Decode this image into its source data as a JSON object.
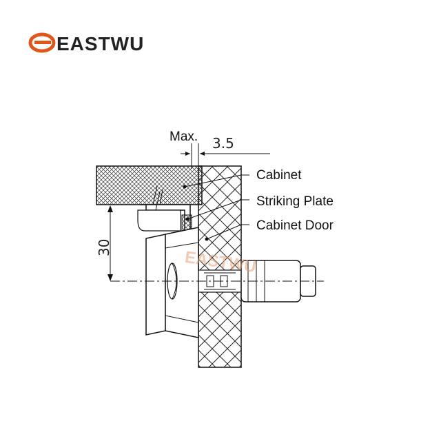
{
  "brand": {
    "name": "EASTWU",
    "logo_icon": "eastwu-logo-mark",
    "accent_color": "#e0561b"
  },
  "watermark": {
    "text": "EASTWU"
  },
  "dimensions": {
    "gap_prefix": "Max.",
    "gap_value": "3.5",
    "height_value": "30"
  },
  "callouts": {
    "cabinet": "Cabinet",
    "striking_plate": "Striking Plate",
    "cabinet_door": "Cabinet Door"
  }
}
